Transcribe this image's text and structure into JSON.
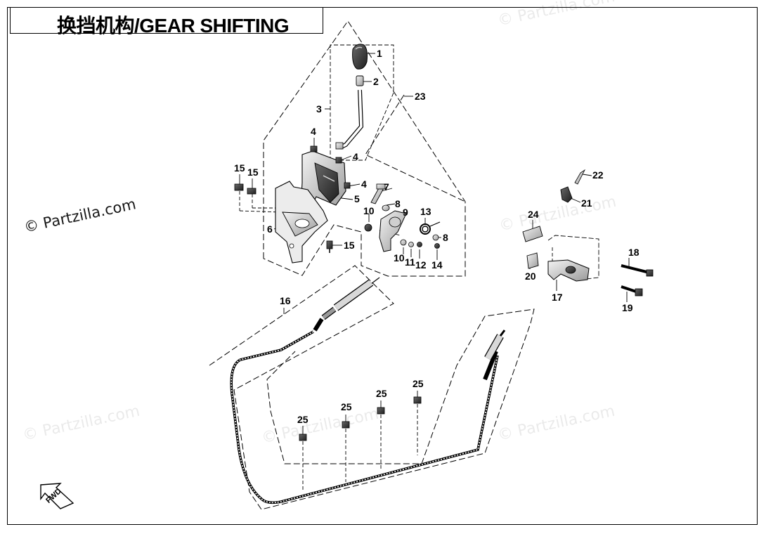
{
  "title": "换挡机构/GEAR SHIFTING",
  "watermarks": {
    "main": "© Partzilla.com",
    "faint": "© Partzilla.com"
  },
  "direction_marker": "FWD",
  "callouts": {
    "p1": "1",
    "p2": "2",
    "p3": "3",
    "p23": "23",
    "p4a": "4",
    "p4b": "4",
    "p4c": "4",
    "p15a": "15",
    "p15b": "15",
    "p15c": "15",
    "p5": "5",
    "p6": "6",
    "p7": "7",
    "p8a": "8",
    "p8b": "8",
    "p9": "9",
    "p10a": "10",
    "p10b": "10",
    "p11": "11",
    "p12": "12",
    "p13": "13",
    "p14": "14",
    "p16": "16",
    "p17": "17",
    "p18": "18",
    "p19": "19",
    "p20": "20",
    "p21": "21",
    "p22": "22",
    "p24": "24",
    "p25a": "25",
    "p25b": "25",
    "p25c": "25",
    "p25d": "25"
  }
}
